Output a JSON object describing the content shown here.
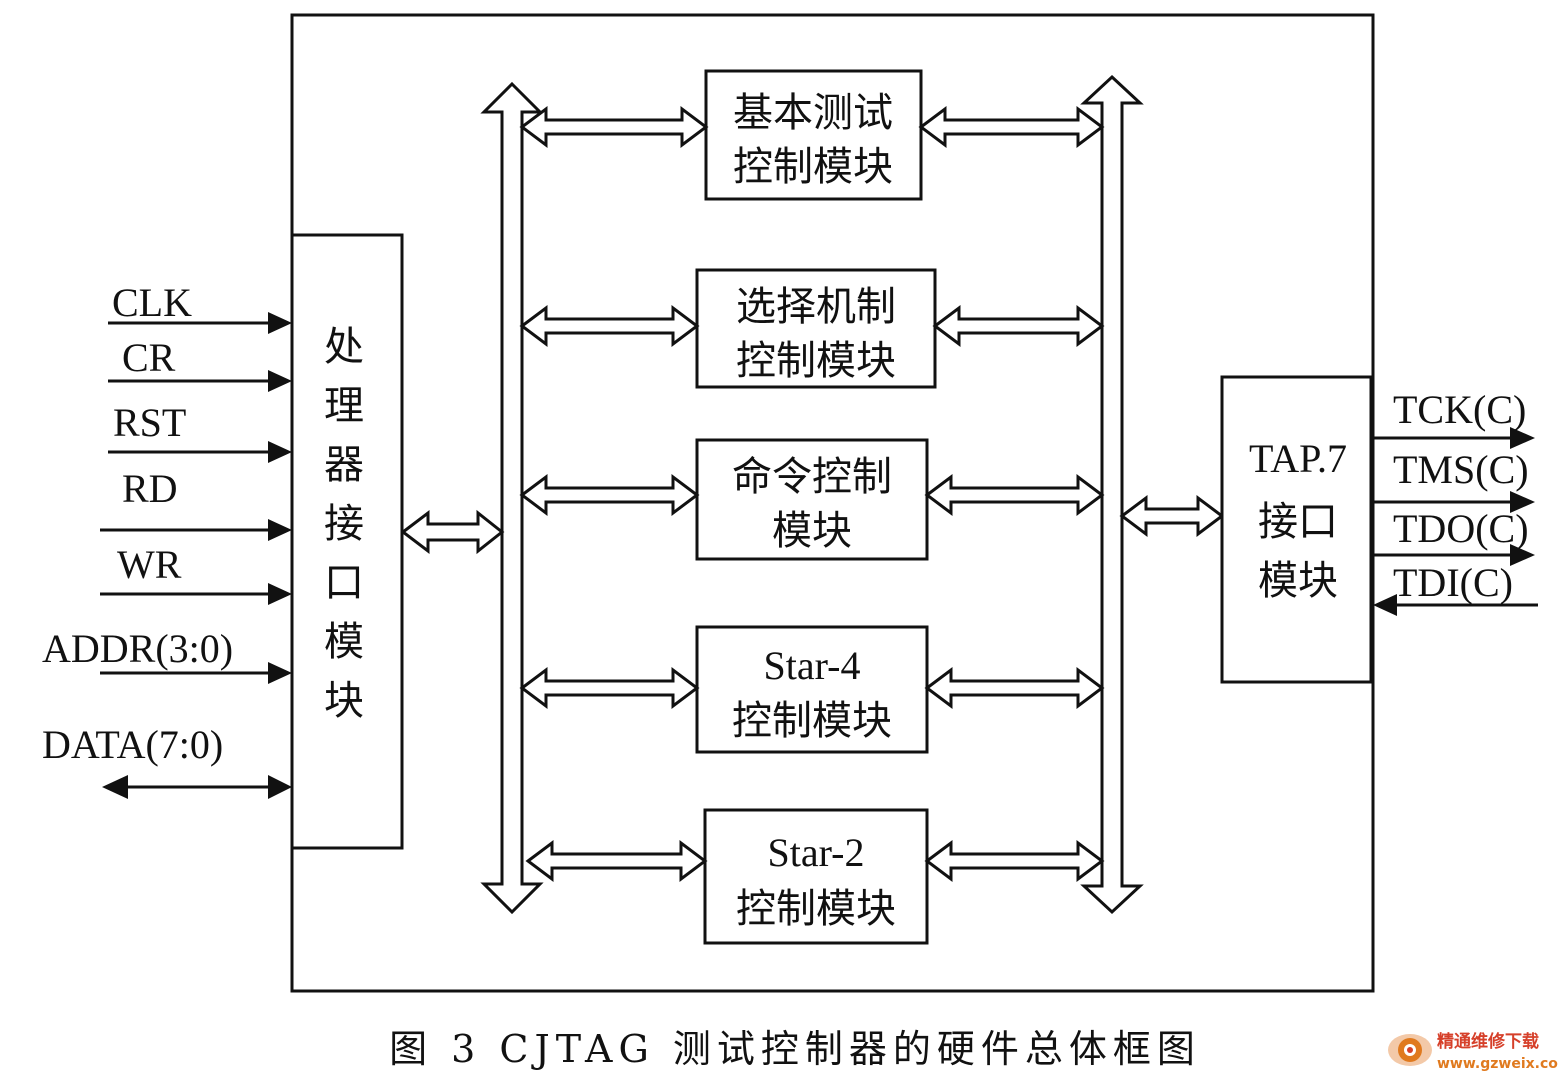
{
  "inputs": [
    "CLK",
    "CR",
    "RST",
    "RD",
    "WR",
    "ADDR(3:0)"
  ],
  "bidir_input": "DATA(7:0)",
  "processor_interface": [
    "处",
    "理",
    "器",
    "接",
    "口",
    "模",
    "块"
  ],
  "modules": [
    {
      "lines": [
        "基本测试",
        "控制模块"
      ]
    },
    {
      "lines": [
        "选择机制",
        "控制模块"
      ]
    },
    {
      "lines": [
        "命令控制",
        "模块"
      ]
    },
    {
      "lines": [
        "Star-4",
        "控制模块"
      ]
    },
    {
      "lines": [
        "Star-2",
        "控制模块"
      ]
    }
  ],
  "tap": {
    "lines": [
      "TAP.7",
      "接口",
      "模块"
    ]
  },
  "outputs": [
    "TCK(C)",
    "TMS(C)",
    "TDO(C)"
  ],
  "output_in": "TDI(C)",
  "caption": "图 3 CJTAG 测试控制器的硬件总体框图",
  "watermark": {
    "brand": "精通维修下载",
    "url": "www.gzweix.com"
  },
  "colors": {
    "ink": "#111111",
    "watermark_brand": "#d6402a",
    "watermark_url": "#e07a1f"
  }
}
